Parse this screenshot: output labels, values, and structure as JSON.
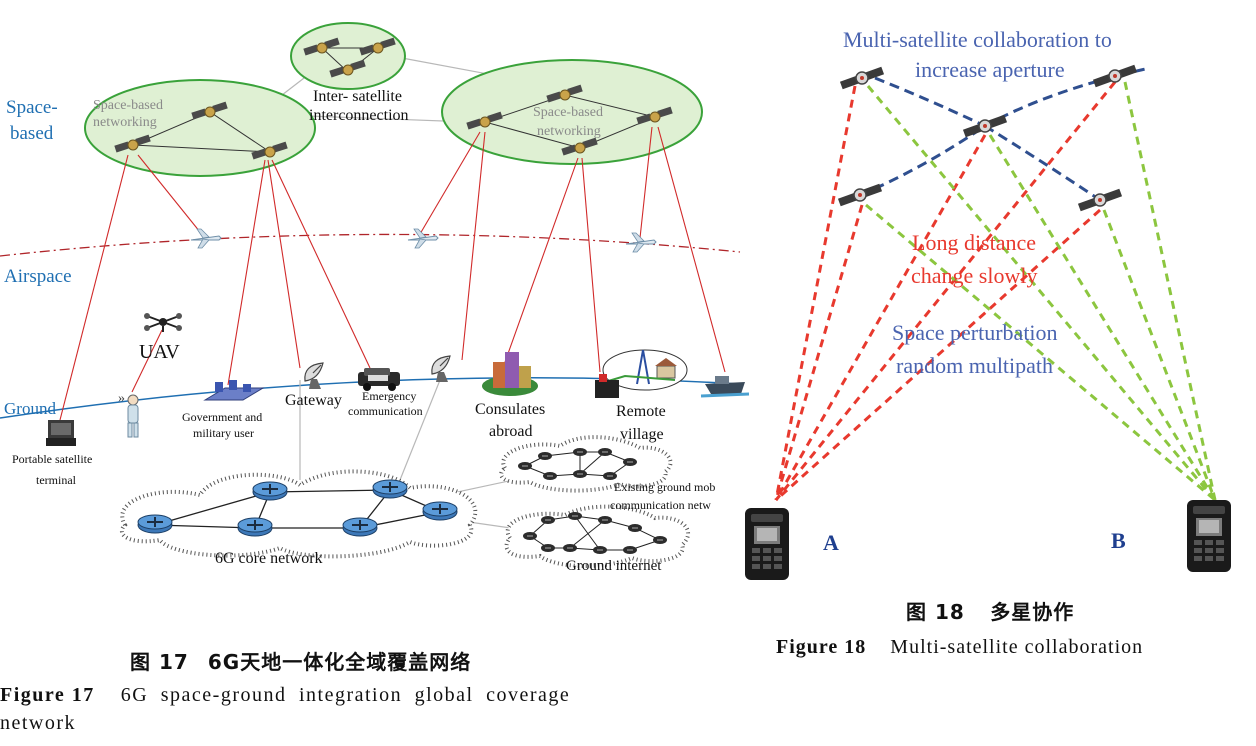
{
  "figure17": {
    "labels": {
      "space_based": [
        "Space-",
        "based"
      ],
      "airspace": "Airspace",
      "ground": "Ground",
      "sb_net_left": [
        "Space-based",
        "networking"
      ],
      "sb_net_right": [
        "Space-based",
        "networking"
      ],
      "inter_sat": [
        "Inter- satellite",
        "interconnection"
      ],
      "uav": "UAV",
      "portable": [
        "Portable satellite",
        "terminal"
      ],
      "government": [
        "Government and",
        "military user"
      ],
      "gateway": "Gateway",
      "emergency": [
        "Emergency",
        "communication"
      ],
      "consulates": [
        "Consulates",
        "abroad"
      ],
      "remote": [
        "Remote",
        "village"
      ],
      "existing": [
        "Existing ground mob",
        "communication netw"
      ],
      "core": "6G core network",
      "internet": "Ground internet"
    },
    "caption_cn": {
      "prefix": "图 17",
      "title": "6G天地一体化全域覆盖网络"
    },
    "caption_en": {
      "prefix": "Figure 17",
      "text": "6G space-ground integration global coverage",
      "line2": "network"
    }
  },
  "figure18": {
    "labels": {
      "top": [
        "Multi-satellite collaboration to",
        "increase aperture"
      ],
      "long_distance": [
        "Long distance",
        "change slowly"
      ],
      "perturbation": [
        "Space perturbation",
        "random multipath"
      ],
      "a": "A",
      "b": "B"
    },
    "caption_cn": {
      "prefix": "图 18",
      "title": "多星协作"
    },
    "caption_en": {
      "prefix": "Figure 18",
      "text": "Multi-satellite collaboration"
    }
  },
  "colors": {
    "blue_text": "#1f6fb2",
    "grey_text": "#8a8a8a",
    "red_link": "#d12a2a",
    "ellipse_fill": "#dff0d3",
    "ellipse_stroke": "#3aa23a",
    "green_dash": "#8cc63f",
    "navy_dash": "#2f4f8f",
    "fig18_blue": "#4a64b0",
    "fig18_red": "#e8392e"
  }
}
